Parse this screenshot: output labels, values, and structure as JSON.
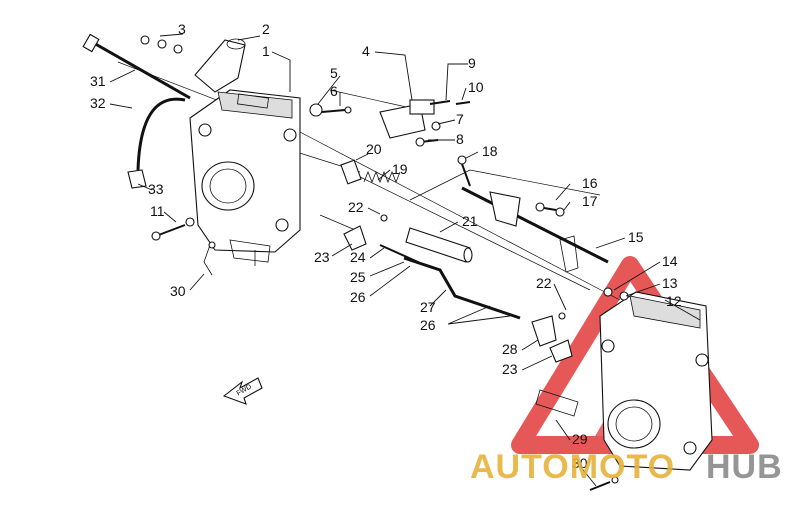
{
  "callouts": [
    {
      "id": "c1",
      "label": "1"
    },
    {
      "id": "c2",
      "label": "2"
    },
    {
      "id": "c3",
      "label": "3"
    },
    {
      "id": "c4",
      "label": "4"
    },
    {
      "id": "c5",
      "label": "5"
    },
    {
      "id": "c6",
      "label": "6"
    },
    {
      "id": "c7",
      "label": "7"
    },
    {
      "id": "c8",
      "label": "8"
    },
    {
      "id": "c9",
      "label": "9"
    },
    {
      "id": "c10",
      "label": "10"
    },
    {
      "id": "c11",
      "label": "11"
    },
    {
      "id": "c12",
      "label": "12"
    },
    {
      "id": "c13",
      "label": "13"
    },
    {
      "id": "c14",
      "label": "14"
    },
    {
      "id": "c15",
      "label": "15"
    },
    {
      "id": "c16",
      "label": "16"
    },
    {
      "id": "c17",
      "label": "17"
    },
    {
      "id": "c18",
      "label": "18"
    },
    {
      "id": "c19",
      "label": "19"
    },
    {
      "id": "c20",
      "label": "20"
    },
    {
      "id": "c21",
      "label": "21"
    },
    {
      "id": "c22a",
      "label": "22"
    },
    {
      "id": "c22b",
      "label": "22"
    },
    {
      "id": "c23a",
      "label": "23"
    },
    {
      "id": "c23b",
      "label": "23"
    },
    {
      "id": "c24",
      "label": "24"
    },
    {
      "id": "c25",
      "label": "25"
    },
    {
      "id": "c26a",
      "label": "26"
    },
    {
      "id": "c26b",
      "label": "26"
    },
    {
      "id": "c27",
      "label": "27"
    },
    {
      "id": "c28",
      "label": "28"
    },
    {
      "id": "c29",
      "label": "29"
    },
    {
      "id": "c30a",
      "label": "30"
    },
    {
      "id": "c30b",
      "label": "30"
    },
    {
      "id": "c31",
      "label": "31"
    },
    {
      "id": "c32",
      "label": "32"
    },
    {
      "id": "c33",
      "label": "33"
    }
  ],
  "front_arrow": {
    "label": "FWD"
  },
  "watermark": {
    "text_a": "AUTOMOTO",
    "text_b": "HUB",
    "colors": {
      "red": "#e23b3b",
      "gold": "#e7b23a",
      "grey": "#8a8a8a"
    }
  }
}
